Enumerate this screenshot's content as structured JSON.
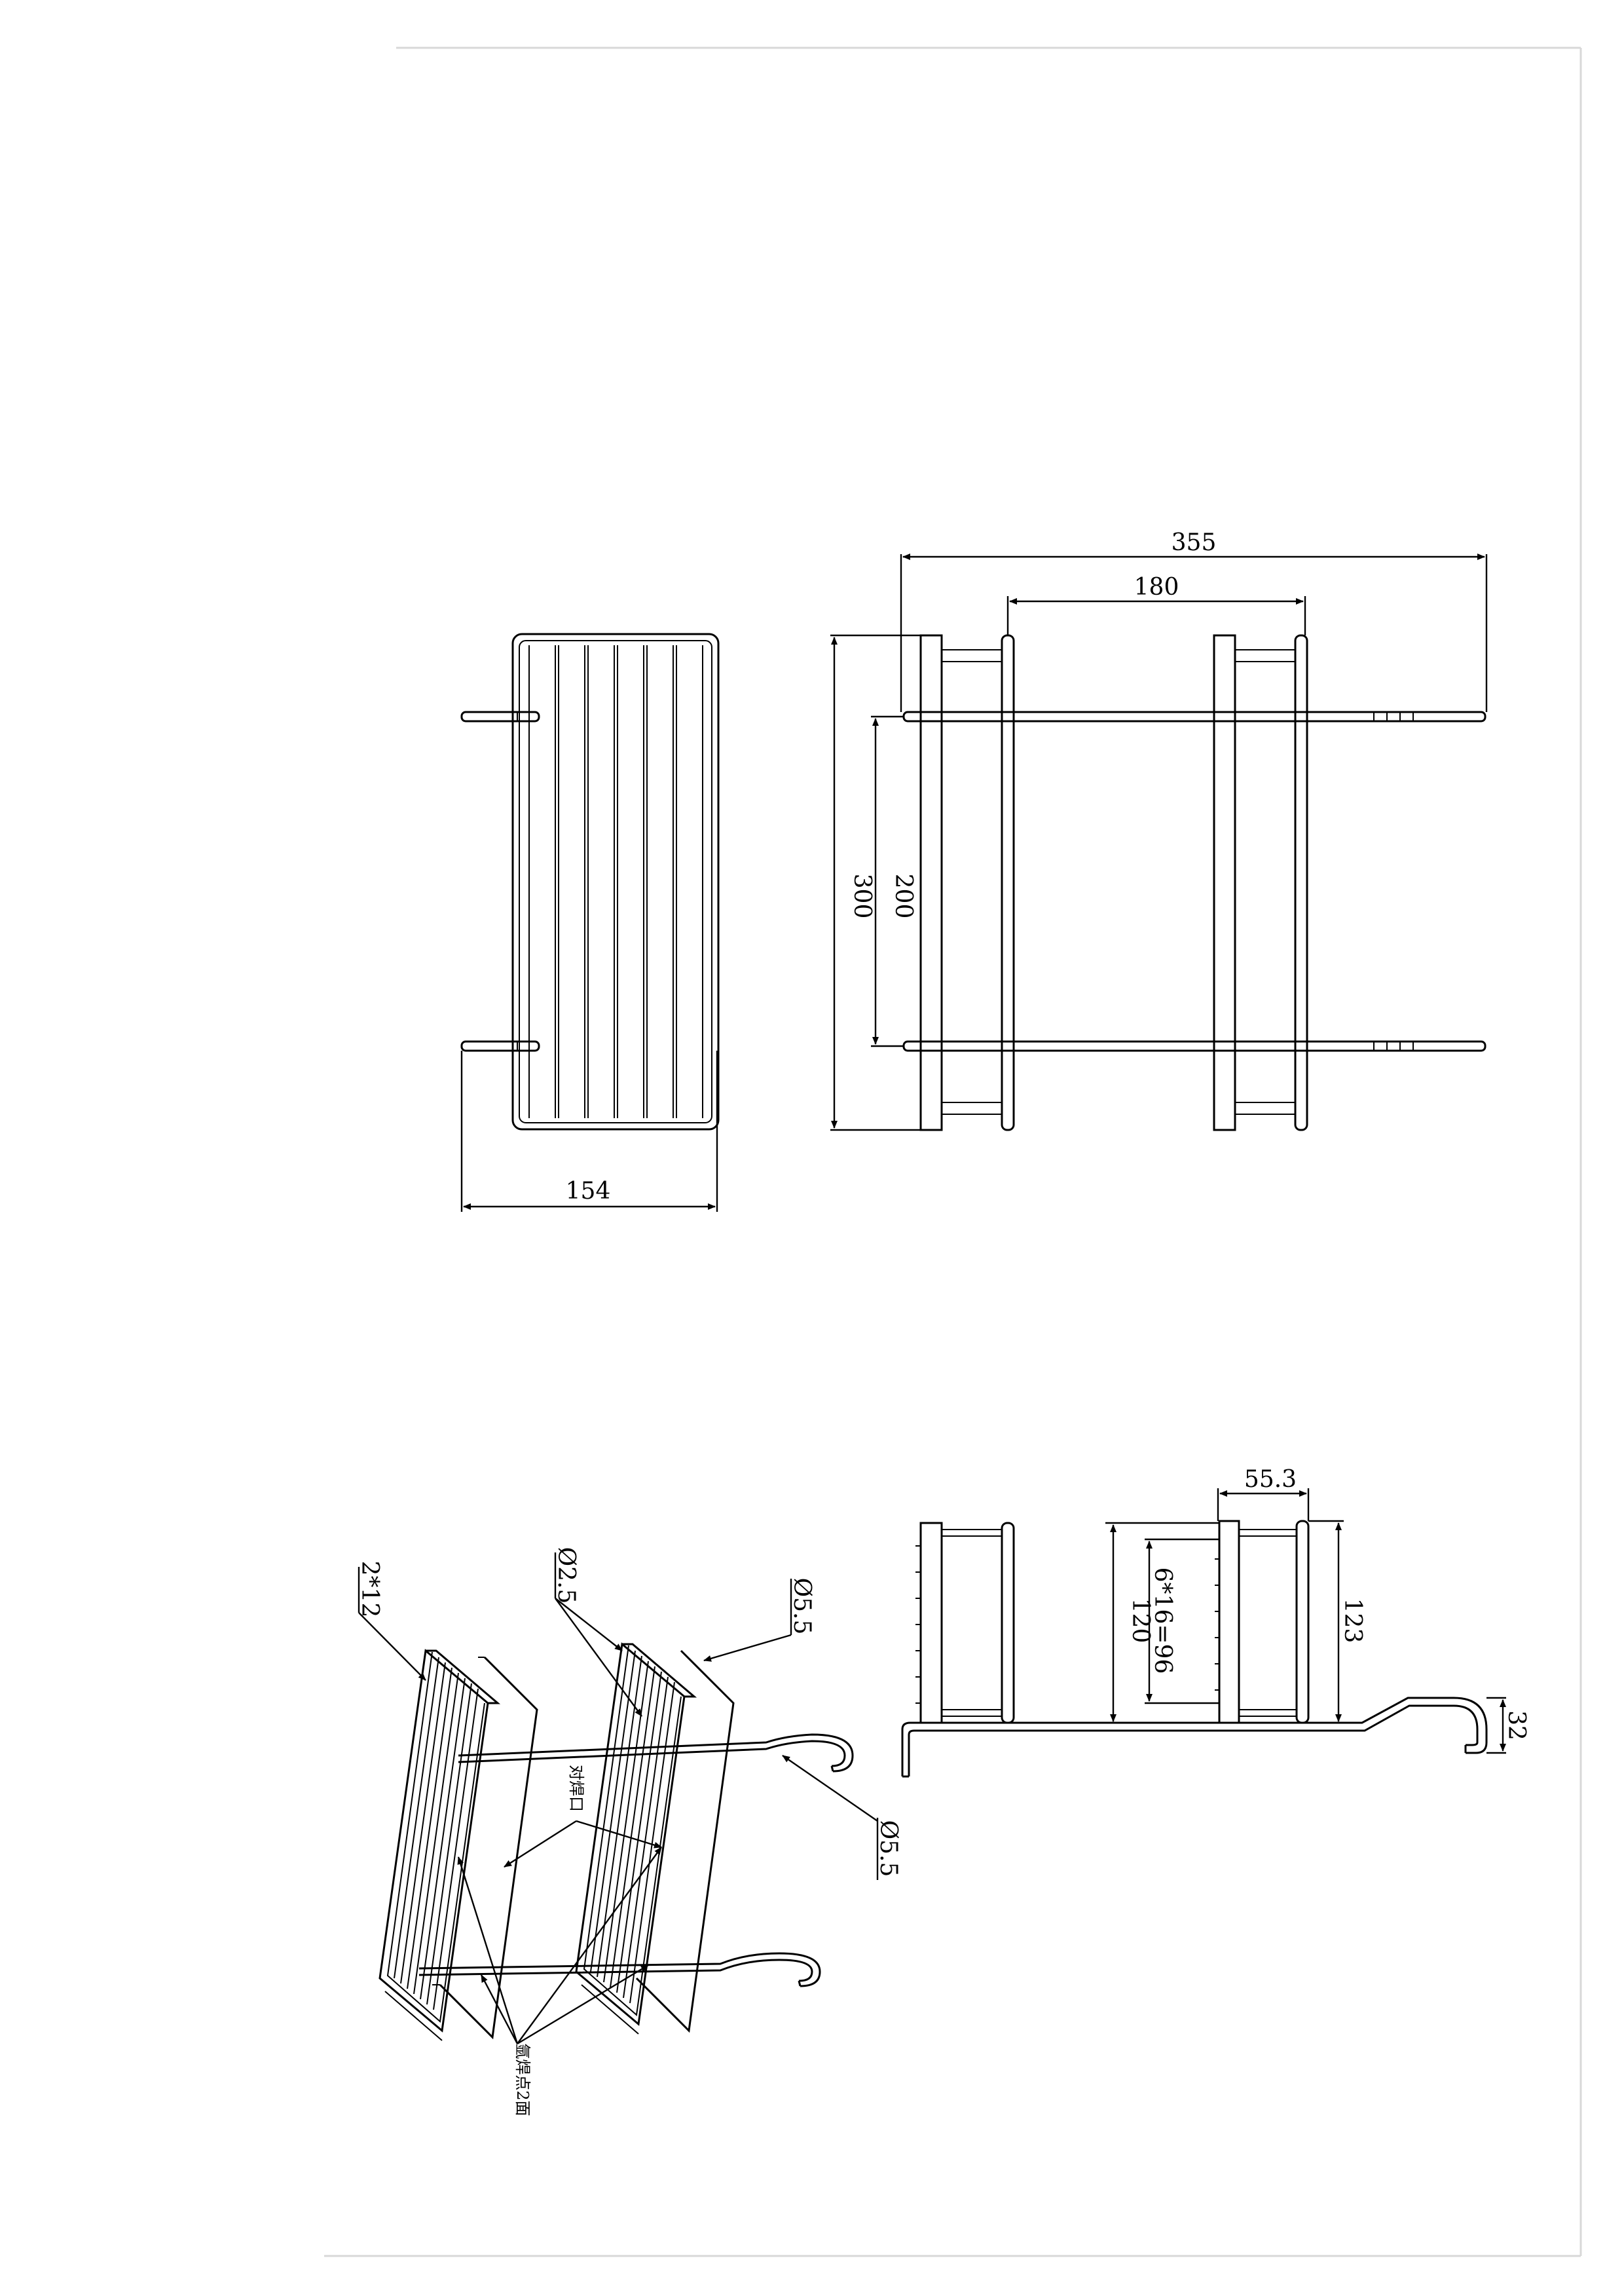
{
  "dimensions": {
    "total_width": "355",
    "inner_width": "180",
    "total_height": "300",
    "inner_height": "200",
    "depth": "154",
    "side_depth": "55.3",
    "side_height_a": "120",
    "side_height_b": "123",
    "bar_spacing": "6*16=96",
    "hook_size": "32"
  },
  "callouts": {
    "flat_bar": "2*12",
    "wire_small": "Ø2.5",
    "wire_large_top": "Ø5.5",
    "wire_large_hook": "Ø5.5",
    "butt_weld": "对焊口",
    "spot_weld": "氩焊点2面"
  }
}
